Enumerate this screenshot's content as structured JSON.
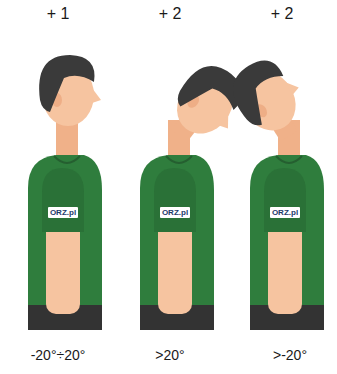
{
  "diagram": {
    "labels": [
      "+ 1",
      "+ 2",
      "+ 2",
      "ORZ.pl",
      "ORZ.pl",
      "ORZ.pl",
      "-20°÷20°",
      ">20°",
      ">-20°"
    ]
  }
}
